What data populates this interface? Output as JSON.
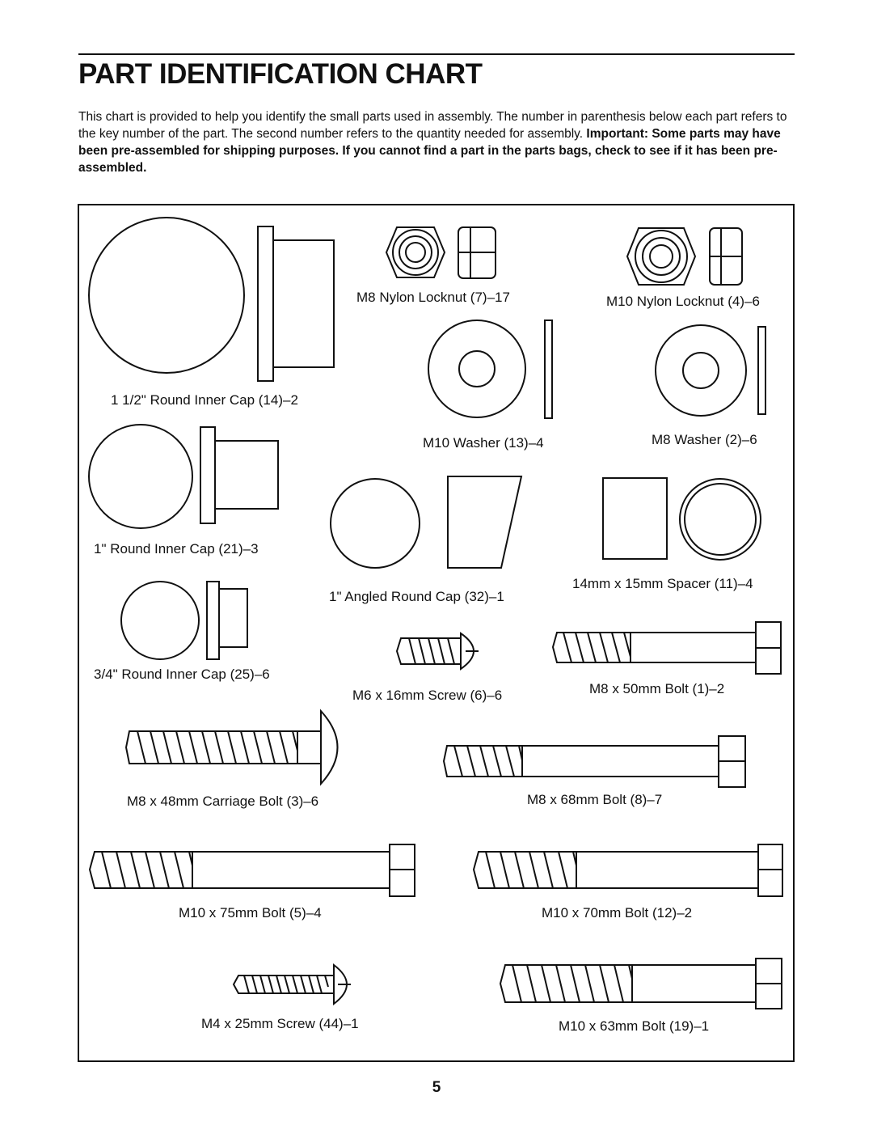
{
  "header": {
    "title": "PART IDENTIFICATION CHART",
    "intro_text": "This chart is provided to help you identify the small parts used in assembly. The number in parenthesis below each part refers to the key number of the part. The second number refers to the quantity needed for assembly.",
    "intro_important": "Important: Some parts may have been pre-assembled for shipping purposes. If you cannot find a part in the parts bags, check to see if it has been pre-assembled."
  },
  "parts": {
    "m8_nylon_locknut": "M8 Nylon Locknut (7)–17",
    "m10_nylon_locknut": "M10 Nylon Locknut (4)–6",
    "round_cap_1_5": "1 1/2\" Round Inner Cap (14)–2",
    "m10_washer": "M10 Washer (13)–4",
    "m8_washer": "M8 Washer (2)–6",
    "round_cap_1": "1\" Round Inner Cap (21)–3",
    "angled_round_cap": "1\" Angled Round Cap (32)–1",
    "spacer": "14mm x 15mm Spacer (11)–4",
    "round_cap_3_4": "3/4\" Round Inner Cap (25)–6",
    "m6_screw": "M6 x 16mm Screw (6)–6",
    "m8_50_bolt": "M8 x 50mm Bolt (1)–2",
    "m8_carriage_bolt": "M8 x 48mm Carriage Bolt (3)–6",
    "m8_68_bolt": "M8 x 68mm Bolt (8)–7",
    "m10_75_bolt": "M10 x 75mm Bolt (5)–4",
    "m10_70_bolt": "M10 x 70mm Bolt (12)–2",
    "m4_screw": "M4 x 25mm Screw (44)–1",
    "m10_63_bolt": "M10 x 63mm Bolt (19)–1"
  },
  "page_number": "5"
}
